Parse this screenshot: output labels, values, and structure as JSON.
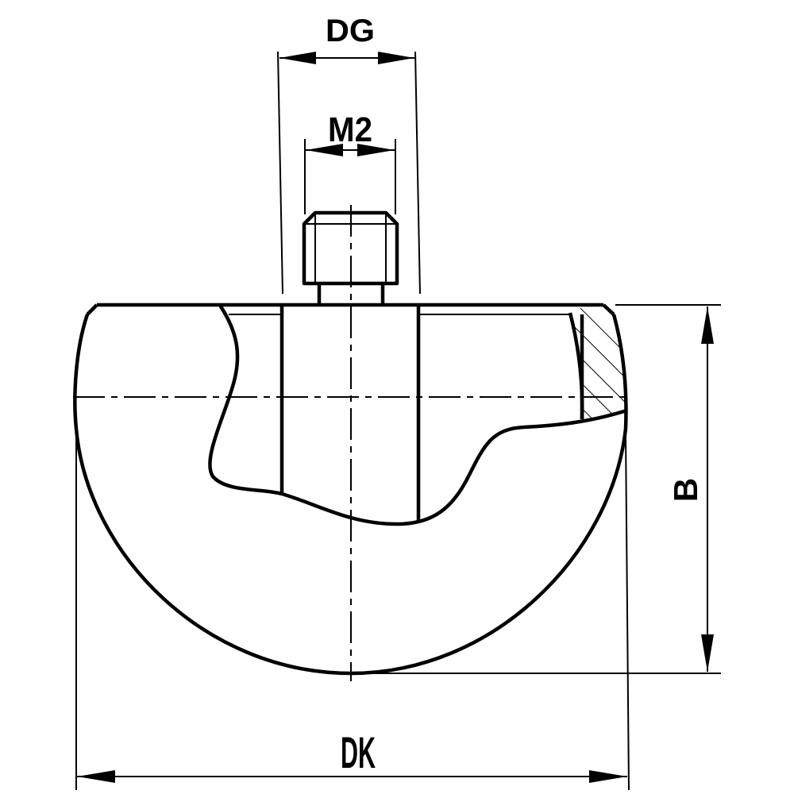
{
  "drawing": {
    "type": "technical-drawing",
    "subject": "hemispherical stylus tip with M2 threaded stud",
    "colors": {
      "line": "#000000",
      "background": "#ffffff"
    }
  },
  "dimensions": {
    "dg": {
      "label": "DG",
      "orientation": "horizontal"
    },
    "m2": {
      "label": "M2",
      "orientation": "horizontal"
    },
    "b": {
      "label": "B",
      "orientation": "vertical"
    },
    "dk": {
      "label": "DK",
      "orientation": "horizontal"
    }
  }
}
